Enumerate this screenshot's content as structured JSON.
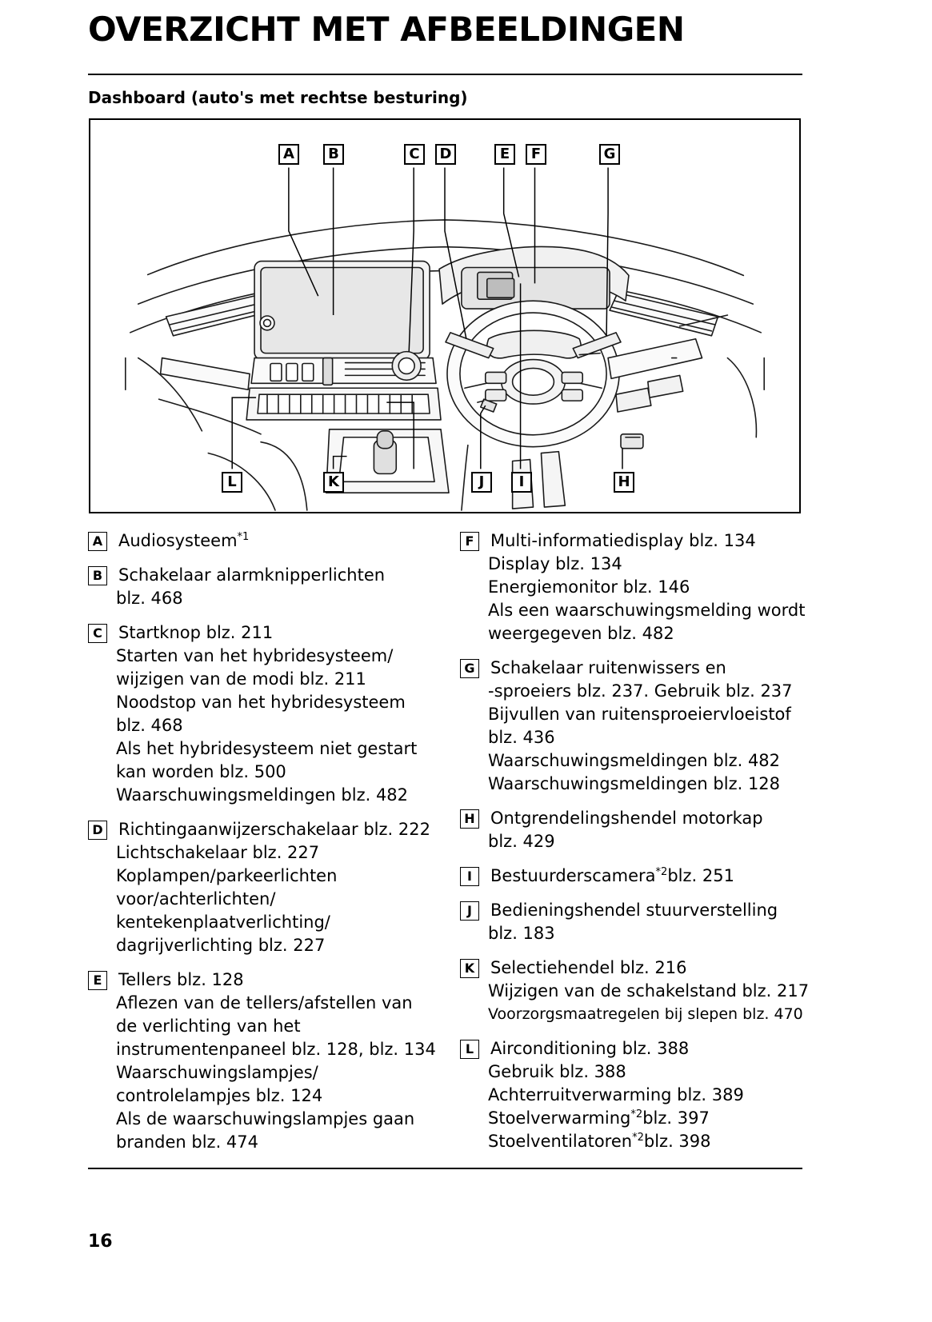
{
  "header": {
    "title": "OVERZICHT MET AFBEELDINGEN",
    "section_title": "Dashboard (auto's met rechtse besturing)"
  },
  "figure": {
    "name": "dashboard-illustration",
    "callouts_top": [
      "A",
      "B",
      "C",
      "D",
      "E",
      "F",
      "G"
    ],
    "callouts_bottom": [
      "L",
      "K",
      "J",
      "I",
      "H"
    ]
  },
  "legend": {
    "left": [
      {
        "tag": "A",
        "lines": [
          {
            "text": "Audiosysteem",
            "sup": "*1"
          }
        ]
      },
      {
        "tag": "B",
        "lines": [
          {
            "text": "Schakelaar alarmknipperlichten"
          },
          {
            "text": "blz. 468"
          }
        ]
      },
      {
        "tag": "C",
        "lines": [
          {
            "text": "Startknop blz. 211"
          },
          {
            "text": "Starten van het hybridesysteem/"
          },
          {
            "text": "wijzigen van de modi blz. 211"
          },
          {
            "text": "Noodstop van het hybridesysteem"
          },
          {
            "text": "blz. 468"
          },
          {
            "text": "Als het hybridesysteem niet gestart"
          },
          {
            "text": "kan worden blz. 500"
          },
          {
            "text": "Waarschuwingsmeldingen blz. 482"
          }
        ]
      },
      {
        "tag": "D",
        "lines": [
          {
            "text": "Richtingaanwijzerschakelaar blz. 222"
          },
          {
            "text": "Lichtschakelaar blz. 227"
          },
          {
            "text": "Koplampen/parkeerlichten"
          },
          {
            "text": "voor/achterlichten/"
          },
          {
            "text": "kentekenplaatverlichting/"
          },
          {
            "text": "dagrijverlichting blz. 227"
          }
        ]
      },
      {
        "tag": "E",
        "lines": [
          {
            "text": "Tellers blz. 128"
          },
          {
            "text": "Aflezen van de tellers/afstellen van"
          },
          {
            "text": "de verlichting van het"
          },
          {
            "text": "instrumentenpaneel blz. 128, blz. 134"
          },
          {
            "text": "Waarschuwingslampjes/"
          },
          {
            "text": "controlelampjes blz. 124"
          },
          {
            "text": "Als de waarschuwingslampjes gaan"
          },
          {
            "text": "branden blz. 474"
          }
        ]
      }
    ],
    "right": [
      {
        "tag": "F",
        "lines": [
          {
            "text": "Multi-informatiedisplay blz. 134"
          },
          {
            "text": "Display blz. 134"
          },
          {
            "text": "Energiemonitor blz. 146"
          },
          {
            "text": "Als een waarschuwingsmelding wordt"
          },
          {
            "text": "weergegeven blz. 482"
          }
        ]
      },
      {
        "tag": "G",
        "lines": [
          {
            "text": "Schakelaar ruitenwissers en"
          },
          {
            "text": "-sproeiers blz. 237. Gebruik blz. 237"
          },
          {
            "text": "Bijvullen van ruitensproeiervloeistof"
          },
          {
            "text": "blz. 436"
          },
          {
            "text": "Waarschuwingsmeldingen blz. 482"
          },
          {
            "text": "Waarschuwingsmeldingen blz. 128"
          }
        ]
      },
      {
        "tag": "H",
        "lines": [
          {
            "text": "Ontgrendelingshendel motorkap"
          },
          {
            "text": "blz. 429"
          }
        ]
      },
      {
        "tag": "I",
        "lines": [
          {
            "text": "Bestuurderscamera",
            "sup": "*2",
            "after": "blz. 251"
          }
        ]
      },
      {
        "tag": "J",
        "lines": [
          {
            "text": "Bedieningshendel stuurverstelling"
          },
          {
            "text": "blz. 183"
          }
        ]
      },
      {
        "tag": "K",
        "lines": [
          {
            "text": "Selectiehendel blz. 216"
          },
          {
            "text": "Wijzigen van de schakelstand blz. 217"
          },
          {
            "text": "Voorzorgsmaatregelen bij slepen blz. 470",
            "small": true
          }
        ]
      },
      {
        "tag": "L",
        "lines": [
          {
            "text": "Airconditioning blz. 388"
          },
          {
            "text": "Gebruik blz. 388"
          },
          {
            "text": "Achterruitverwarming blz. 389"
          },
          {
            "text": "Stoelverwarming",
            "sup": "*2",
            "after": "blz. 397"
          },
          {
            "text": "Stoelventilatoren",
            "sup": "*2",
            "after": "blz. 398"
          }
        ]
      }
    ]
  },
  "footer": {
    "page_number": "16"
  },
  "colors": {
    "ink": "#000000",
    "paper": "#ffffff",
    "line": "#1a1a1a",
    "screen_fill": "#e8e8e8",
    "panel_fill": "#f2f2f2"
  }
}
